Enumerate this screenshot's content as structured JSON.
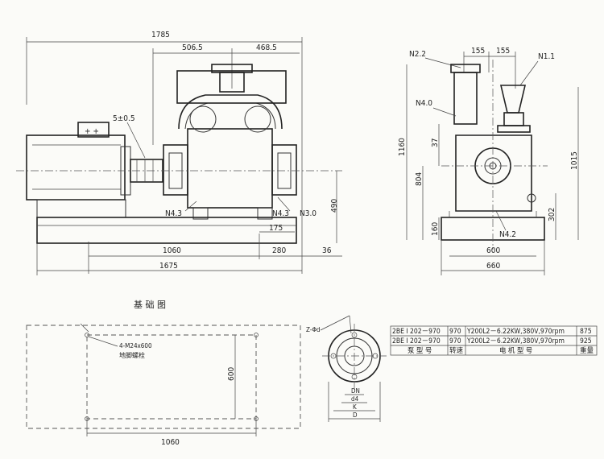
{
  "front_view": {
    "dims": {
      "overall_top": "1785",
      "seg_left": "506.5",
      "seg_right": "468.5",
      "coupling_gap": "5±0.5",
      "base_len": "1060",
      "base_total": "1675",
      "right_280": "280",
      "right_36": "36",
      "right_175": "175",
      "height_490": "490"
    },
    "nozzles": {
      "n43_left": "N4.3",
      "n43_right": "N4.3",
      "n30": "N3.0"
    },
    "motor_symbol": "+ +"
  },
  "side_view": {
    "dims": {
      "w155a": "155",
      "w155b": "155",
      "h1160": "1160",
      "h804": "804",
      "h37": "37",
      "h160": "160",
      "h1015": "1015",
      "h302": "302",
      "w600": "600",
      "w660": "660"
    },
    "nozzles": {
      "n22": "N2.2",
      "n11": "N1.1",
      "n40": "N4.0",
      "n42": "N4.2"
    }
  },
  "foundation": {
    "title": "基 础 图",
    "bolt_spec": "4-M24x600",
    "bolt_name": "地脚螺栓",
    "dim_600": "600",
    "dim_1060": "1060"
  },
  "flange": {
    "z_label": "Z-Φd",
    "dn": "DN",
    "d4": "d4",
    "k": "K",
    "d": "D"
  },
  "table": {
    "rows": [
      {
        "pump": "2BE I 202－970",
        "speed": "970",
        "motor": "Y200L2－6.22KW,380V,970rpm",
        "weight": "875"
      },
      {
        "pump": "2BE I 202－970",
        "speed": "970",
        "motor": "Y200L2－6.22KW,380V,970rpm",
        "weight": "925"
      }
    ],
    "header": {
      "pump": "泵 型 号",
      "speed": "转速",
      "motor": "电 机 型 号",
      "weight": "重量"
    }
  }
}
